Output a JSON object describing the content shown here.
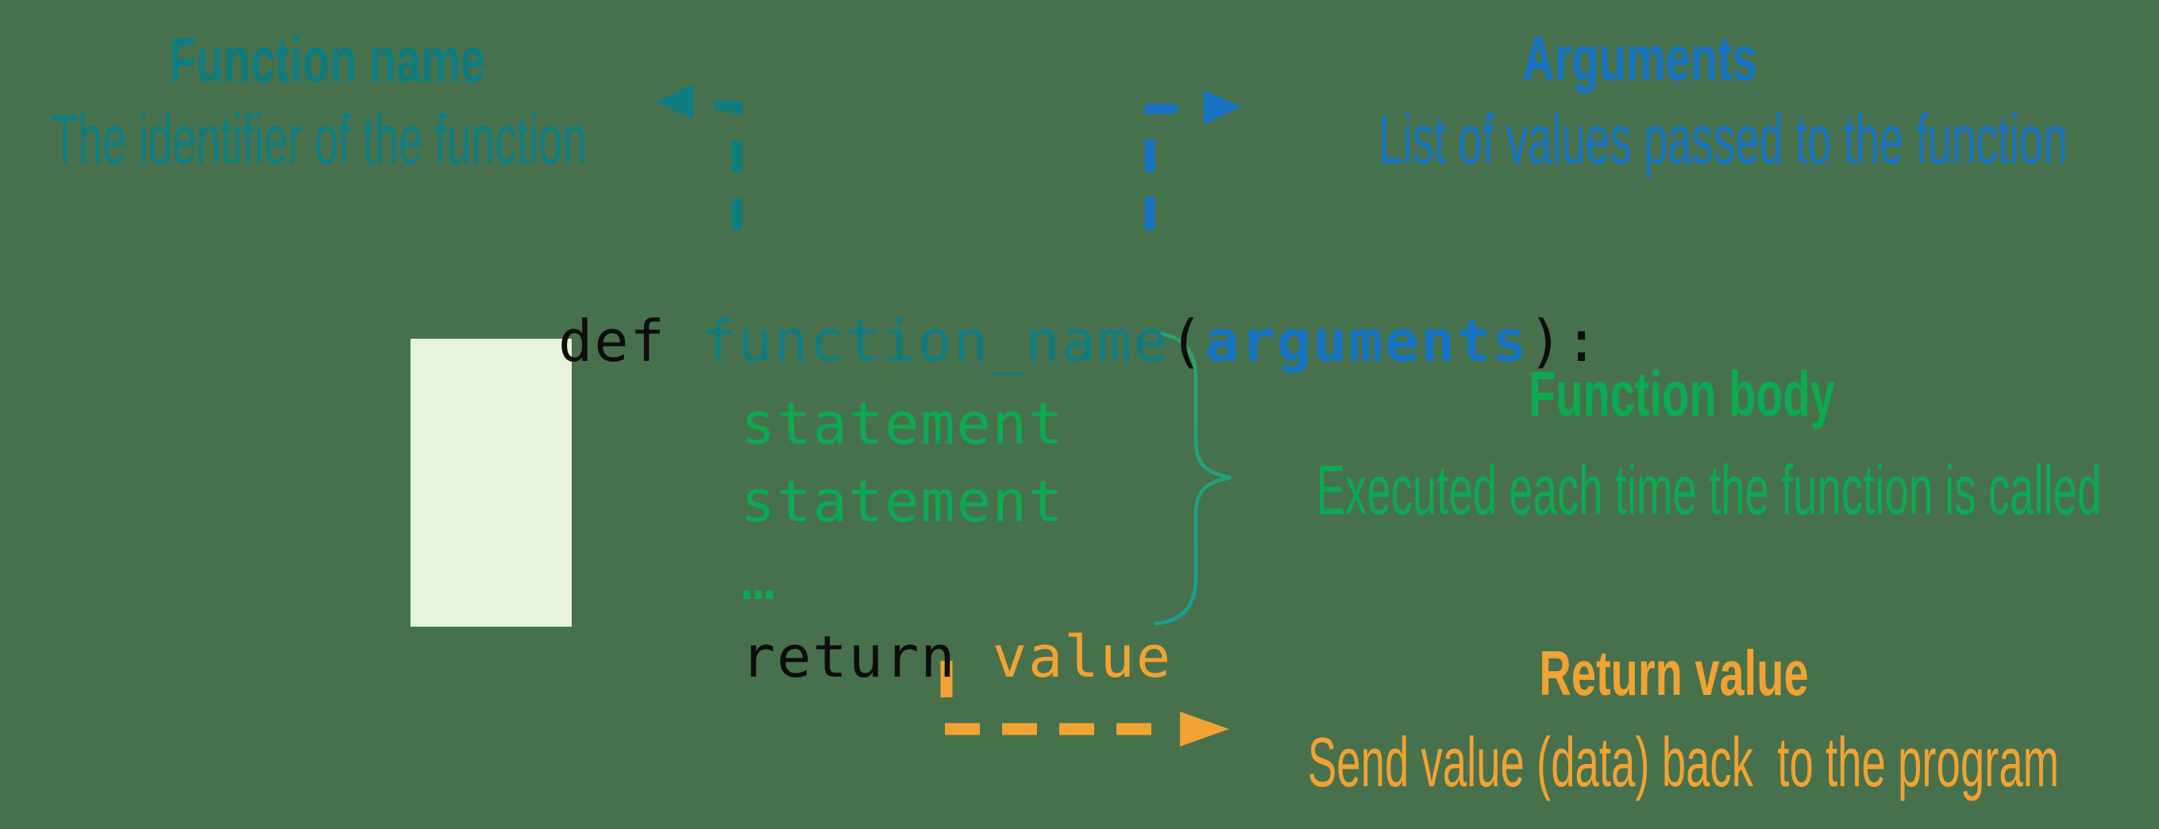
{
  "diagram_title": "Python function definition syntax diagram",
  "colors": {
    "background": "#47714d",
    "teal": "#0e7c80",
    "blue": "#1472c0",
    "green": "#0caa52",
    "orange": "#f0a232",
    "code-black": "#0d0d0d",
    "indent-box": "#e7f3da",
    "brace-top": "#2ba36d",
    "brace-bottom": "#17a095"
  },
  "labels": {
    "function_name": {
      "title": "Function name",
      "subtitle": "The identifier of the function"
    },
    "arguments": {
      "title": "Arguments",
      "subtitle": "List of values passed to the function"
    },
    "function_body": {
      "title": "Function body",
      "subtitle": "Executed each time the function is called"
    },
    "return_value": {
      "title": "Return value",
      "subtitle": "Send value (data) back  to the program"
    }
  },
  "code": {
    "def_keyword": "def ",
    "function_name": "function_name",
    "open_paren": "(",
    "arguments": "arguments",
    "close_paren_colon": "):",
    "statement_1": "statement",
    "statement_2": "statement",
    "ellipsis": "…",
    "return_keyword": "return ",
    "return_value": "value"
  },
  "icons": {
    "function_name_arrow": "dashed elbow arrow pointing left from function_name to Function name label",
    "arguments_arrow": "dashed elbow arrow pointing right from arguments to Arguments label",
    "return_value_arrow": "dashed elbow arrow pointing right from value to Return value label",
    "body_brace": "curly brace grouping function body statements"
  }
}
